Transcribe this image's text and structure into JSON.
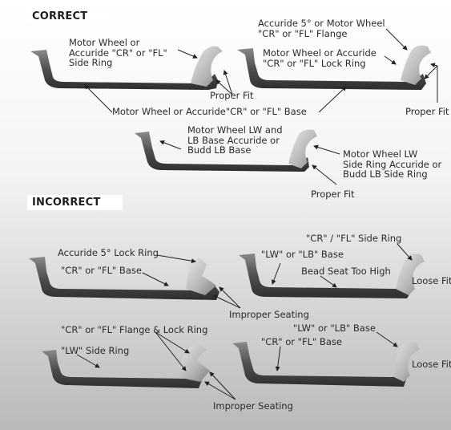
{
  "sections": {
    "correct": "CORRECT",
    "incorrect": "INCORRECT"
  },
  "labels": {
    "c1_side_ring": "Motor Wheel or\nAccuride \"CR\" or \"FL\"\nSide Ring",
    "c1_proper_fit": "Proper Fit",
    "c2_flange": "Accuride 5° or Motor Wheel\n\"CR\" or \"FL\" Flange",
    "c2_lock_ring": "Motor Wheel or Accuride\n\"CR\" or \"FL\" Lock Ring",
    "c2_proper_fit": "Proper Fit",
    "c_base": "Motor Wheel or Accuride\"CR\" or \"FL\" Base",
    "c3_base": "Motor Wheel LW and\nLB Base Accuride or\nBudd LB Base",
    "c3_side_ring": "Motor Wheel LW\nSide Ring Accuride or\nBudd LB Side Ring",
    "c3_proper_fit": "Proper Fit",
    "i1_lock_ring": "Accuride 5° Lock Ring",
    "i1_base": "\"CR\" or \"FL\" Base",
    "i1_improper": "Improper Seating",
    "i2_side_ring": "\"CR\" / \"FL\" Side Ring",
    "i2_base": "\"LW\" or \"LB\" Base",
    "i2_bead_seat": "Bead Seat Too High",
    "i2_loose": "Loose Fit",
    "i3_flange_lock": "\"CR\" or \"FL\" Flange & Lock Ring",
    "i3_side_ring": "\"LW\" Side Ring",
    "i3_improper": "Improper Seating",
    "i4_lw_base": "\"LW\" or \"LB\" Base",
    "i4_cr_base": "\"CR\" or \"FL\" Base",
    "i4_loose": "Loose Fit"
  },
  "colors": {
    "metal_dark": "#4a4a4a",
    "metal_light": "#c8c8c8",
    "text": "#2a2a2a"
  }
}
